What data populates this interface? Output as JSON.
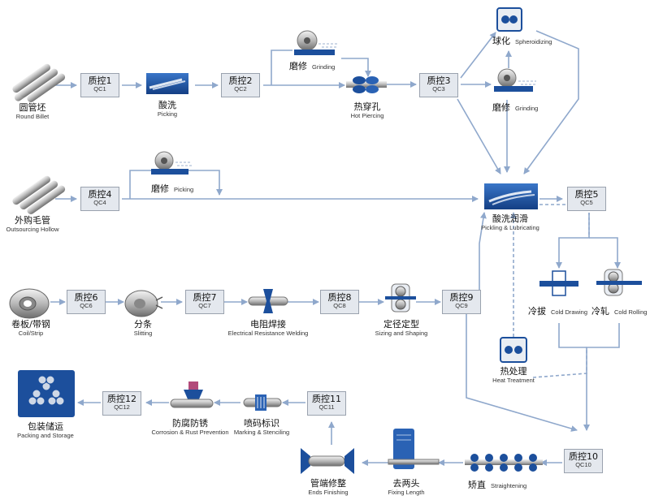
{
  "qc": [
    {
      "zh": "质控1",
      "en": "QC1"
    },
    {
      "zh": "质控2",
      "en": "QC2"
    },
    {
      "zh": "质控3",
      "en": "QC3"
    },
    {
      "zh": "质控4",
      "en": "QC4"
    },
    {
      "zh": "质控5",
      "en": "QC5"
    },
    {
      "zh": "质控6",
      "en": "QC6"
    },
    {
      "zh": "质控7",
      "en": "QC7"
    },
    {
      "zh": "质控8",
      "en": "QC8"
    },
    {
      "zh": "质控9",
      "en": "QC9"
    },
    {
      "zh": "质控10",
      "en": "QC10"
    },
    {
      "zh": "质控11",
      "en": "QC11"
    },
    {
      "zh": "质控12",
      "en": "QC12"
    }
  ],
  "steps": {
    "round_billet": {
      "zh": "圆管坯",
      "en": "Round Billet"
    },
    "picking1": {
      "zh": "酸洗",
      "en": "Picking"
    },
    "grinding1": {
      "zh": "磨修",
      "en": "Grinding"
    },
    "hot_piercing": {
      "zh": "热穿孔",
      "en": "Hot Piercing"
    },
    "spheroidizing": {
      "zh": "球化",
      "en": "Spheroidizing"
    },
    "grinding2": {
      "zh": "磨修",
      "en": "Grinding"
    },
    "outsourcing": {
      "zh": "外购毛管",
      "en": "Outsourcing Hollow"
    },
    "grinding3": {
      "zh": "磨修",
      "en": "Picking"
    },
    "pickling_lub": {
      "zh": "酸洗润滑",
      "en": "Pickling & Lubricating"
    },
    "cold_drawing": {
      "zh": "冷拔",
      "en": "Cold Drawing"
    },
    "cold_rolling": {
      "zh": "冷轧",
      "en": "Cold Rolling"
    },
    "coil": {
      "zh": "卷板/带钢",
      "en": "Coil/Strip"
    },
    "slitting": {
      "zh": "分条",
      "en": "Slitting"
    },
    "erw": {
      "zh": "电阻焊接",
      "en": "Electrical Resistance Welding"
    },
    "sizing": {
      "zh": "定径定型",
      "en": "Sizing and Shaping"
    },
    "heat_treatment": {
      "zh": "热处理",
      "en": "Heat Treatment"
    },
    "packing": {
      "zh": "包装储运",
      "en": "Packing and Storage"
    },
    "corrosion": {
      "zh": "防腐防锈",
      "en": "Corrosion & Rust Prevention"
    },
    "marking": {
      "zh": "喷码标识",
      "en": "Marking & Stenciling"
    },
    "ends_finishing": {
      "zh": "管端修整",
      "en": "Ends Finishing"
    },
    "fixing_length": {
      "zh": "去两头",
      "en": "Fixing Length"
    },
    "straightening": {
      "zh": "矫直",
      "en": "Straightening"
    }
  },
  "colors": {
    "arrow": "#8fa8cc",
    "machine": "#1c4f9c",
    "qc_bg": "#e4e8ee",
    "qc_border": "#9aa2ae"
  }
}
